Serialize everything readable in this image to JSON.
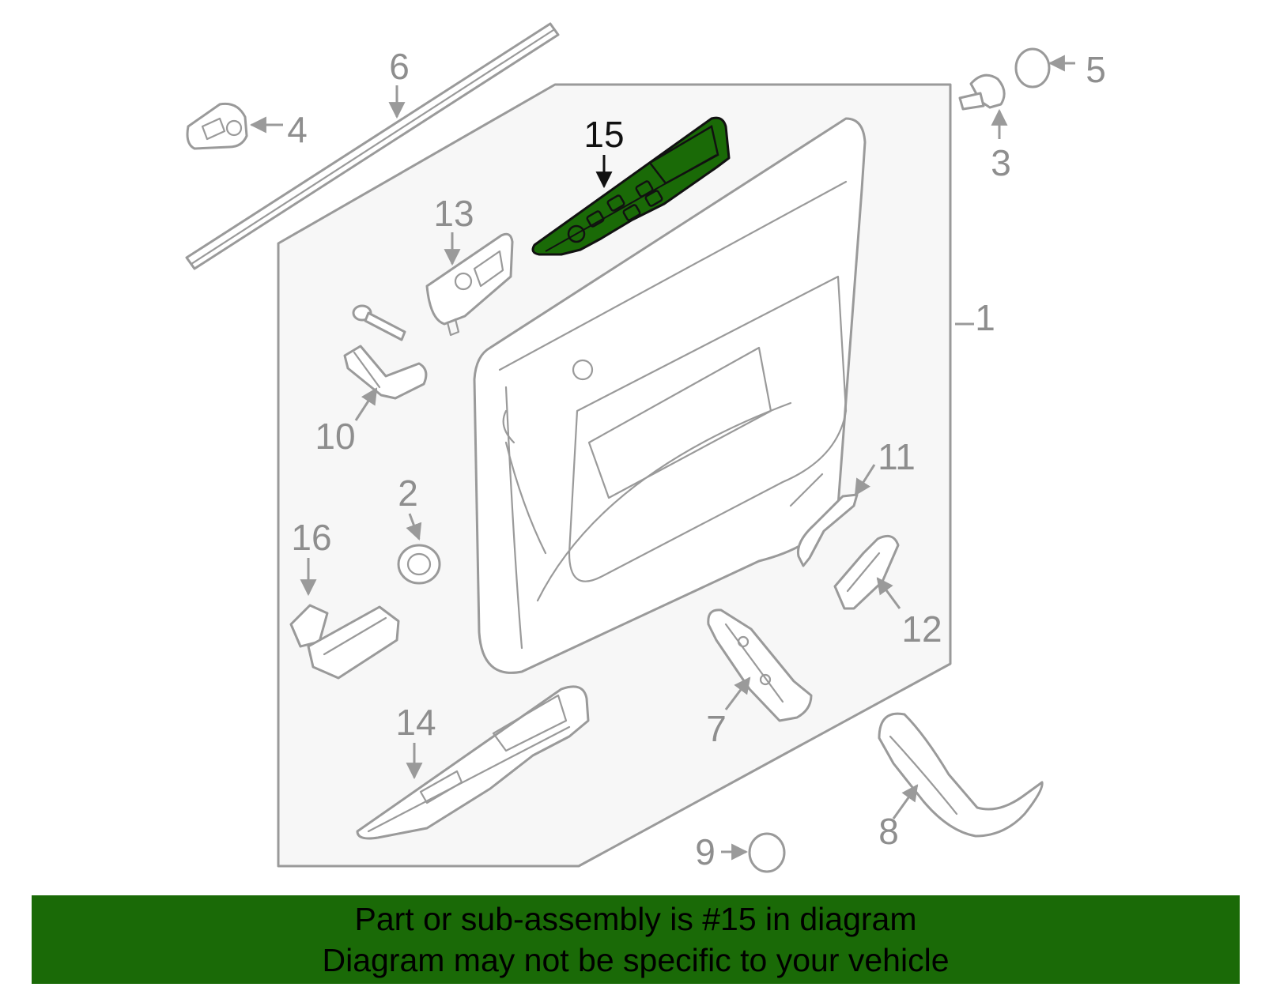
{
  "colors": {
    "highlight_fill": "#1a6a07",
    "outline_gray": "#9a9a9a",
    "panel_bg": "#f7f7f7",
    "banner_bg": "#1a6a07",
    "banner_text": "#000000"
  },
  "callouts": {
    "c1": "1",
    "c2": "2",
    "c3": "3",
    "c4": "4",
    "c5": "5",
    "c6": "6",
    "c7": "7",
    "c8": "8",
    "c9": "9",
    "c10": "10",
    "c11": "11",
    "c12": "12",
    "c13": "13",
    "c14": "14",
    "c15": "15",
    "c16": "16"
  },
  "highlighted_part": "15",
  "banner": {
    "line1": "Part or sub-assembly is #15 in diagram",
    "line2": "Diagram may not be specific to your vehicle"
  }
}
